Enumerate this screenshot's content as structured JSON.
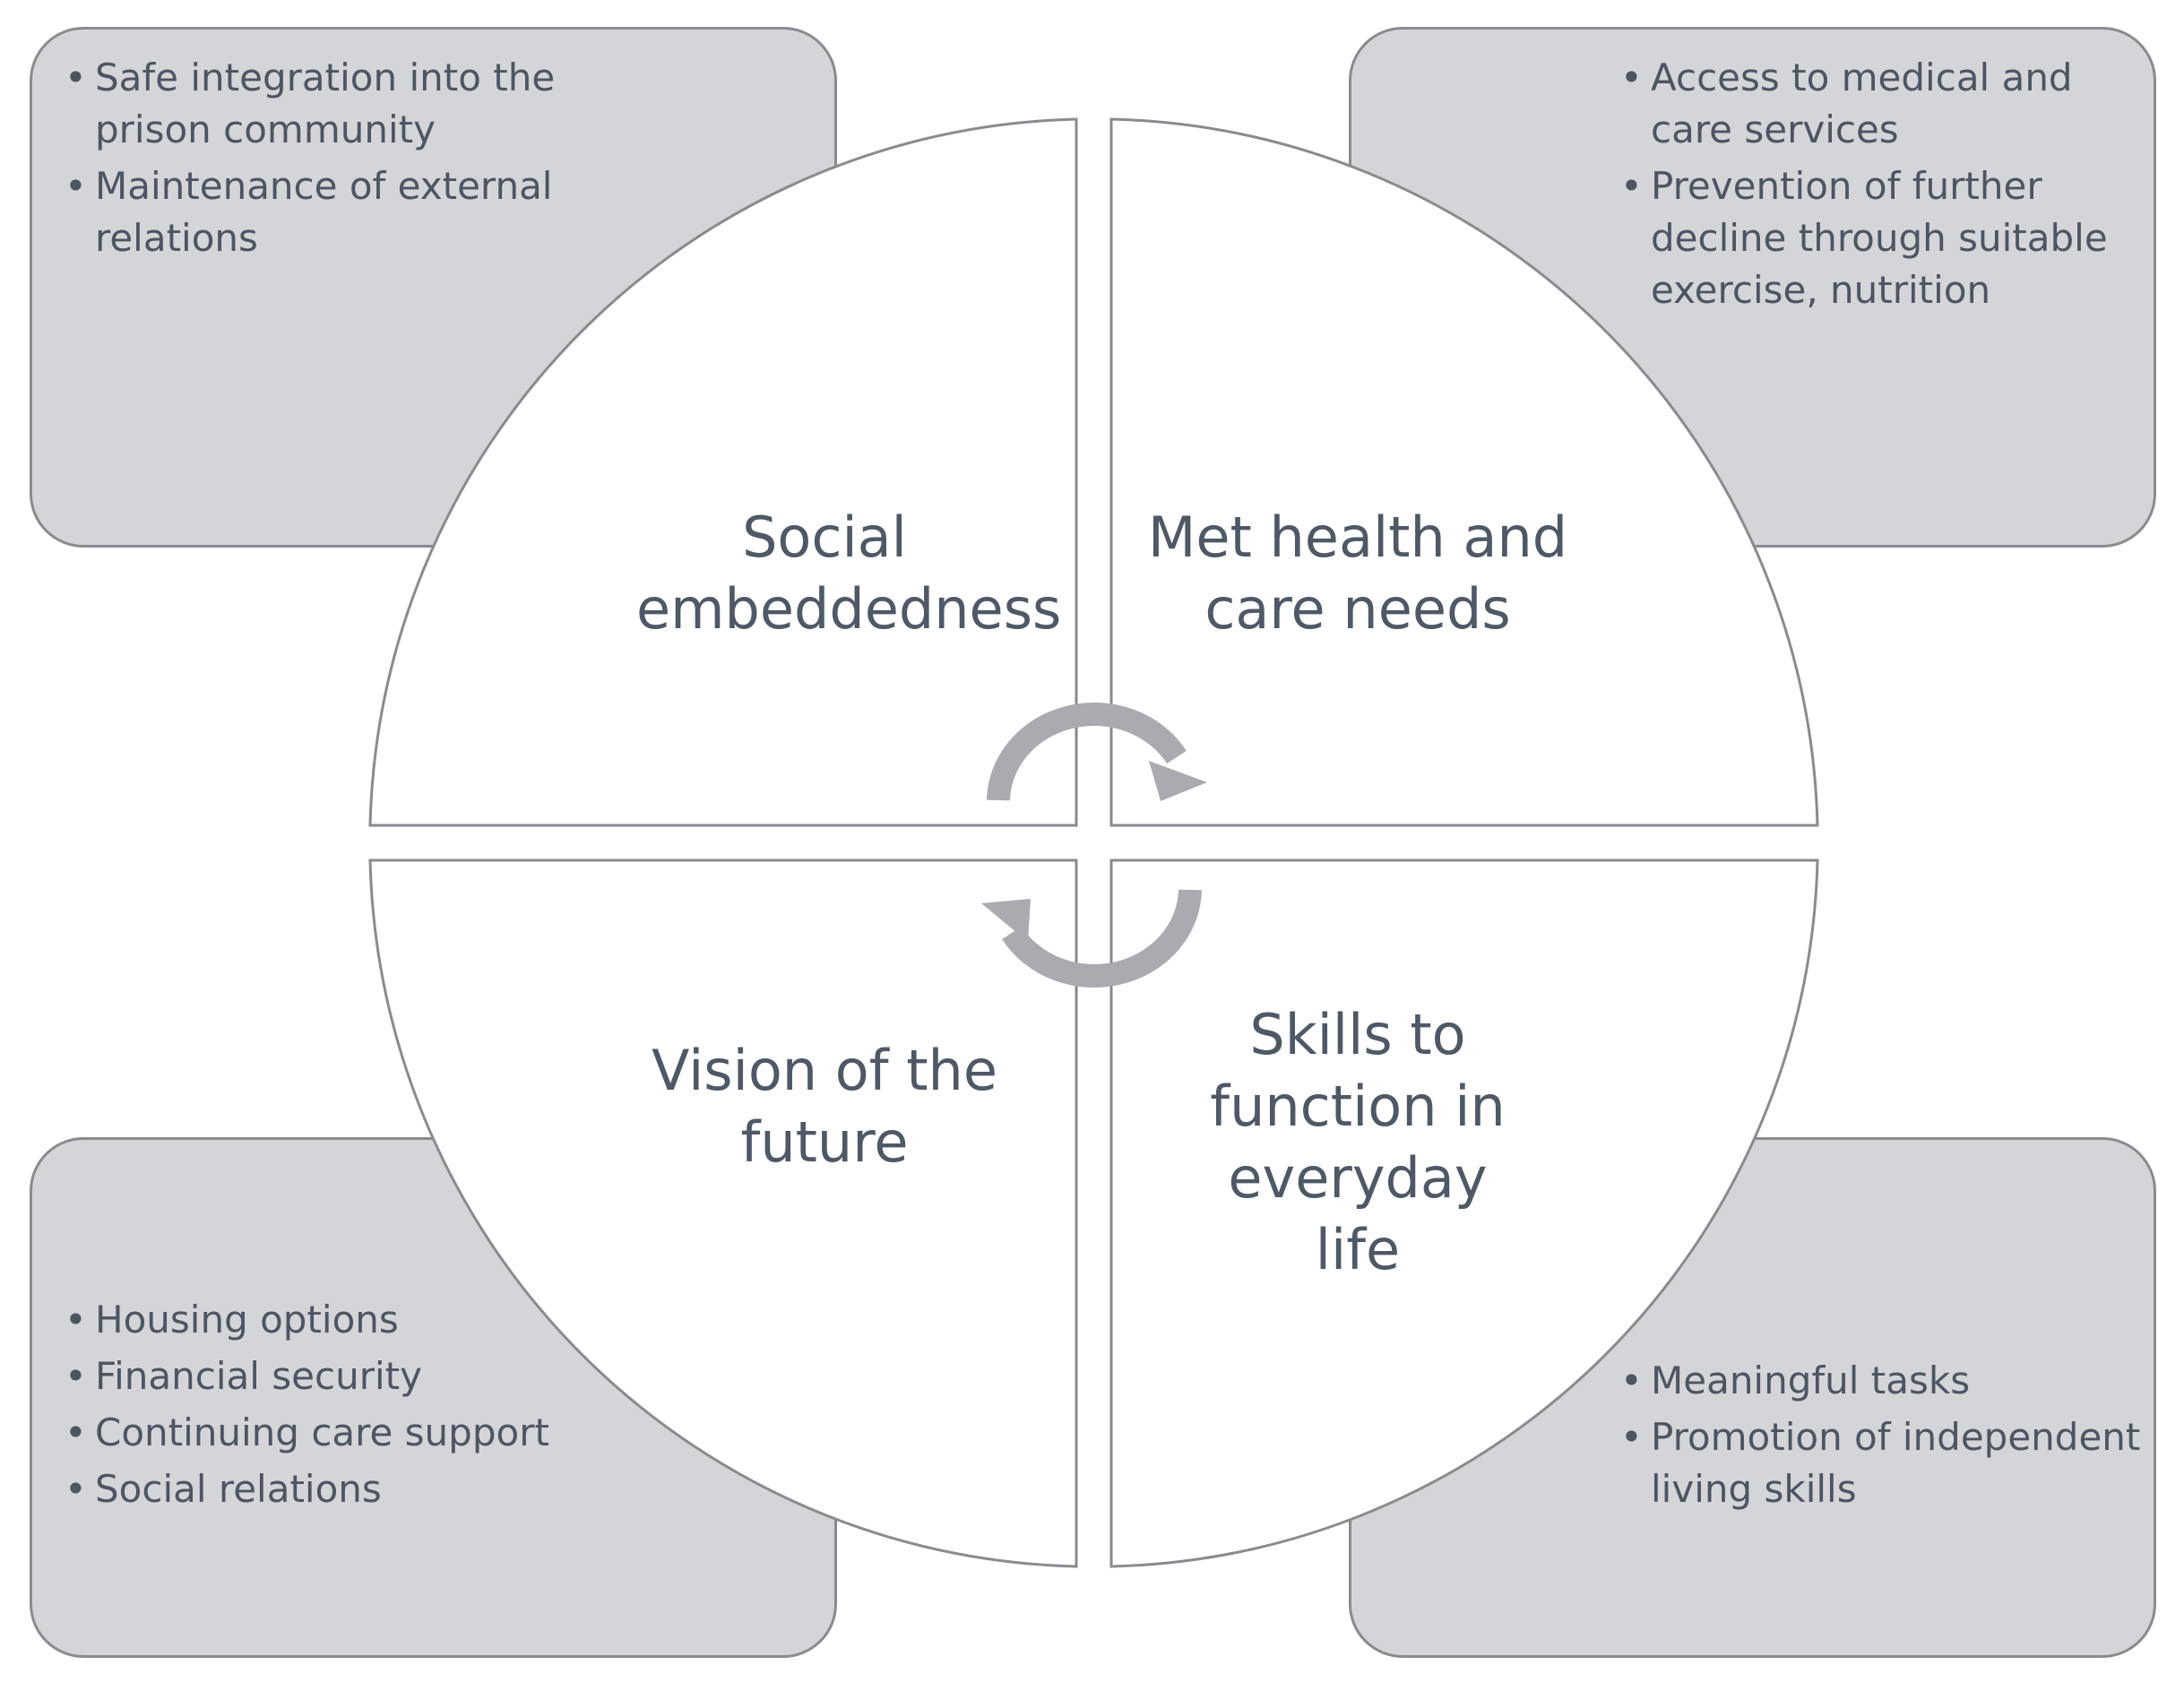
{
  "boxes": {
    "top_left": [
      "Safe integration into the prison community",
      "Maintenance of external relations"
    ],
    "top_right": [
      "Access to medical and care services",
      "Prevention of further decline through suitable exercise, nutrition"
    ],
    "bottom_left": [
      "Housing options",
      "Financial security",
      "Continuing care support",
      "Social relations"
    ],
    "bottom_right": [
      "Meaningful tasks",
      "Promotion of independent living skills"
    ]
  },
  "quadrants": {
    "social": "Social embeddedness",
    "health": "Met health and care needs",
    "vision": "Vision of the future",
    "skills": "Skills to function in everyday life"
  },
  "colors": {
    "box_fill": "#d4d5d8",
    "outline": "#8a8a8f",
    "text": "#4f5866",
    "arrow": "#a9abb1"
  }
}
